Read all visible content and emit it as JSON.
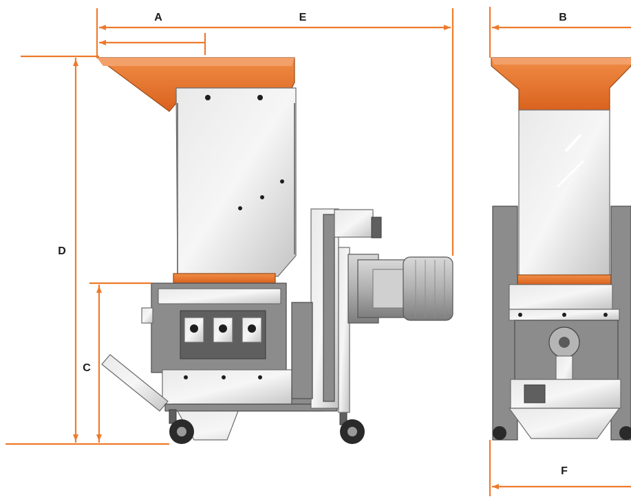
{
  "dimensions": {
    "a": "A",
    "b": "B",
    "c": "C",
    "d": "D",
    "e": "E",
    "f": "F"
  },
  "colors": {
    "dimension_line": "#ee7a2b",
    "hopper_orange": "#e2712a",
    "steel": "#c9c9c9"
  }
}
